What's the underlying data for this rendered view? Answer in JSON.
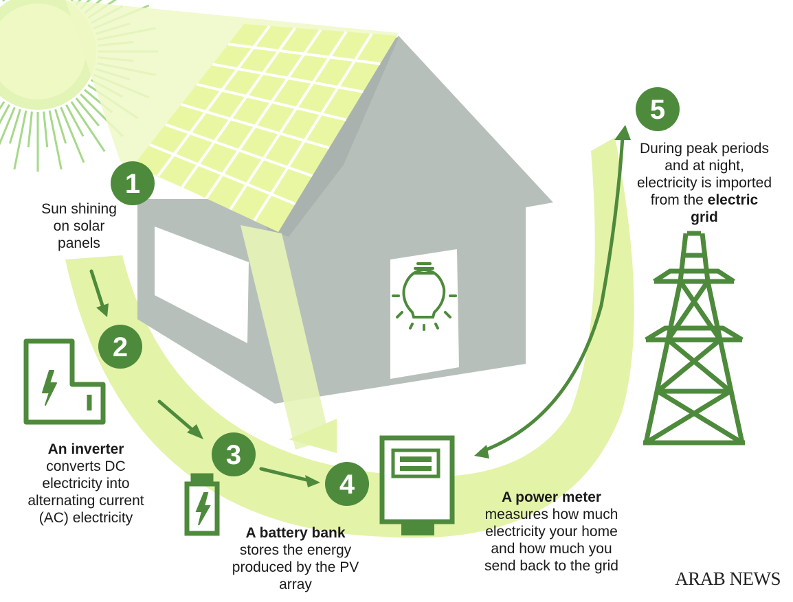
{
  "colors": {
    "dark_green": "#4e8a3c",
    "light_green": "#e3f3a8",
    "sun_green": "#a6d98a",
    "house_gray": "#b7bfbb",
    "panel_fill": "#e9f7a3",
    "text": "#1a1a1a"
  },
  "steps": [
    {
      "number": "1"
    },
    {
      "number": "2"
    },
    {
      "number": "3"
    },
    {
      "number": "4"
    },
    {
      "number": "5"
    }
  ],
  "labels": {
    "sun": {
      "lines": [
        "Sun shining",
        "on solar",
        "panels"
      ]
    },
    "inverter": {
      "bold": "An inverter",
      "lines": [
        "converts DC",
        "electricity into",
        "alternating current",
        "(AC) electricity"
      ]
    },
    "battery": {
      "bold": "A battery bank",
      "lines": [
        "stores the energy",
        "produced by the PV",
        "array"
      ]
    },
    "meter": {
      "bold": "A power meter",
      "lines": [
        "measures how much",
        "electricity your home",
        "and how much you",
        "send back to the grid"
      ]
    },
    "grid": {
      "lines": [
        "During peak periods",
        "and at night,",
        "electricity is imported"
      ],
      "line4_prefix": "from the ",
      "line4_bold": "electric",
      "line5_bold": "grid"
    }
  },
  "icons": [
    "sun-icon",
    "solar-panel-icon",
    "house-icon",
    "light-bulb-icon",
    "inverter-icon",
    "battery-icon",
    "power-meter-icon",
    "transmission-tower-icon"
  ],
  "brand": "ARAB NEWS"
}
